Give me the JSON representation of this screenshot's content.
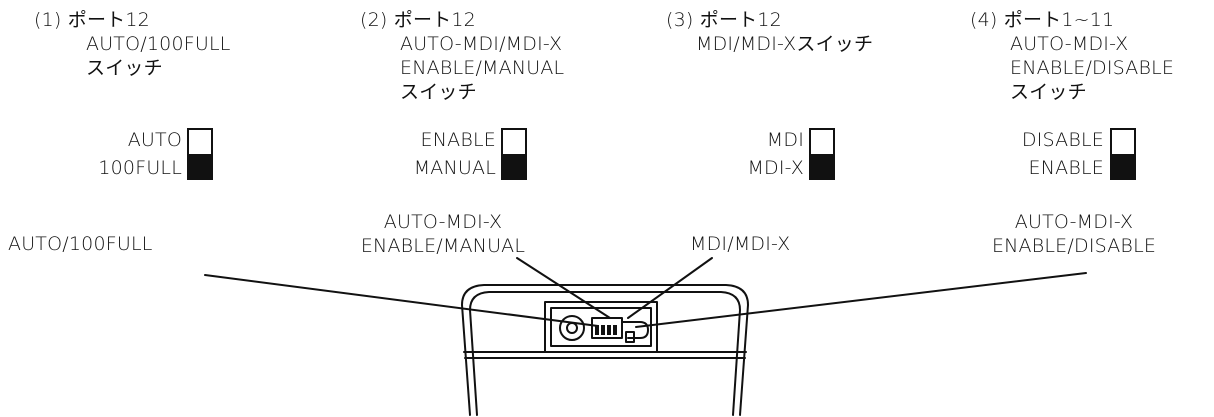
{
  "sections": [
    {
      "title": "(1) ポート12",
      "desc": [
        "AUTO/100FULL",
        "スイッチ"
      ],
      "switch_labels": [
        "AUTO",
        "100FULL"
      ],
      "position": "down",
      "callout": [
        "AUTO/100FULL"
      ]
    },
    {
      "title": "(2) ポート12",
      "desc": [
        "AUTO-MDI/MDI-X",
        "ENABLE/MANUAL",
        "スイッチ"
      ],
      "switch_labels": [
        "ENABLE",
        "MANUAL"
      ],
      "position": "down",
      "callout": [
        "AUTO-MDI-X",
        "ENABLE/MANUAL"
      ]
    },
    {
      "title": "(3) ポート12",
      "desc": [
        "MDI/MDI-Xスイッチ"
      ],
      "switch_labels": [
        "MDI",
        "MDI-X"
      ],
      "position": "down",
      "callout": [
        "MDI/MDI-X"
      ]
    },
    {
      "title": "(4) ポート1~11",
      "desc": [
        "AUTO-MDI-X",
        "ENABLE/DISABLE",
        "スイッチ"
      ],
      "switch_labels": [
        "DISABLE",
        "ENABLE"
      ],
      "position": "down",
      "callout": [
        "AUTO-MDI-X",
        "ENABLE/DISABLE"
      ]
    }
  ]
}
